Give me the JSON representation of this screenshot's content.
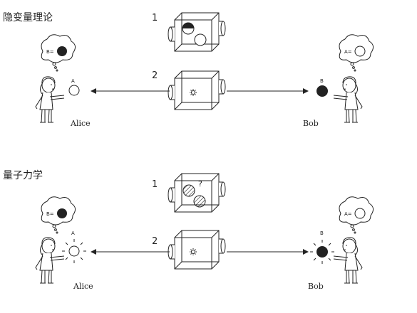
{
  "sections": [
    {
      "title": "隐变量理论",
      "step1": "1",
      "step2": "2",
      "left_name": "Alice",
      "right_name": "Bob",
      "left_ball_tag": "A",
      "right_ball_tag": "B",
      "left_thought": "B=",
      "right_thought": "A="
    },
    {
      "title": "量子力学",
      "step1": "1",
      "step2": "2",
      "left_name": "Alice",
      "right_name": "Bob",
      "left_ball_tag": "A",
      "right_ball_tag": "B",
      "left_thought": "B=",
      "right_thought": "A=",
      "question": "?"
    }
  ]
}
